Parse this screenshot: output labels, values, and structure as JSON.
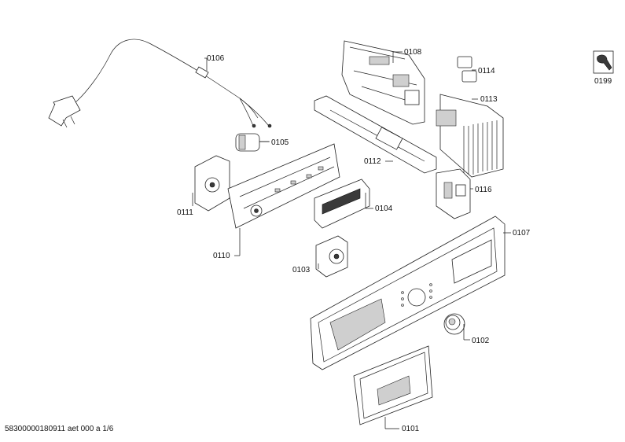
{
  "diagram": {
    "parts": [
      {
        "id": "p0106",
        "number": "0106"
      },
      {
        "id": "p0108",
        "number": "0108"
      },
      {
        "id": "p0114",
        "number": "0114"
      },
      {
        "id": "p0113",
        "number": "0113"
      },
      {
        "id": "p0105",
        "number": "0105"
      },
      {
        "id": "p0112",
        "number": "0112"
      },
      {
        "id": "p0116",
        "number": "0116"
      },
      {
        "id": "p0111",
        "number": "0111"
      },
      {
        "id": "p0104",
        "number": "0104"
      },
      {
        "id": "p0107",
        "number": "0107"
      },
      {
        "id": "p0110",
        "number": "0110"
      },
      {
        "id": "p0103",
        "number": "0103"
      },
      {
        "id": "p0102",
        "number": "0102"
      },
      {
        "id": "p0101",
        "number": "0101"
      },
      {
        "id": "p0199",
        "number": "0199"
      }
    ],
    "footer": "58300000180911 aet 000 a 1/6",
    "tool_icon": "wrench-book-icon"
  }
}
